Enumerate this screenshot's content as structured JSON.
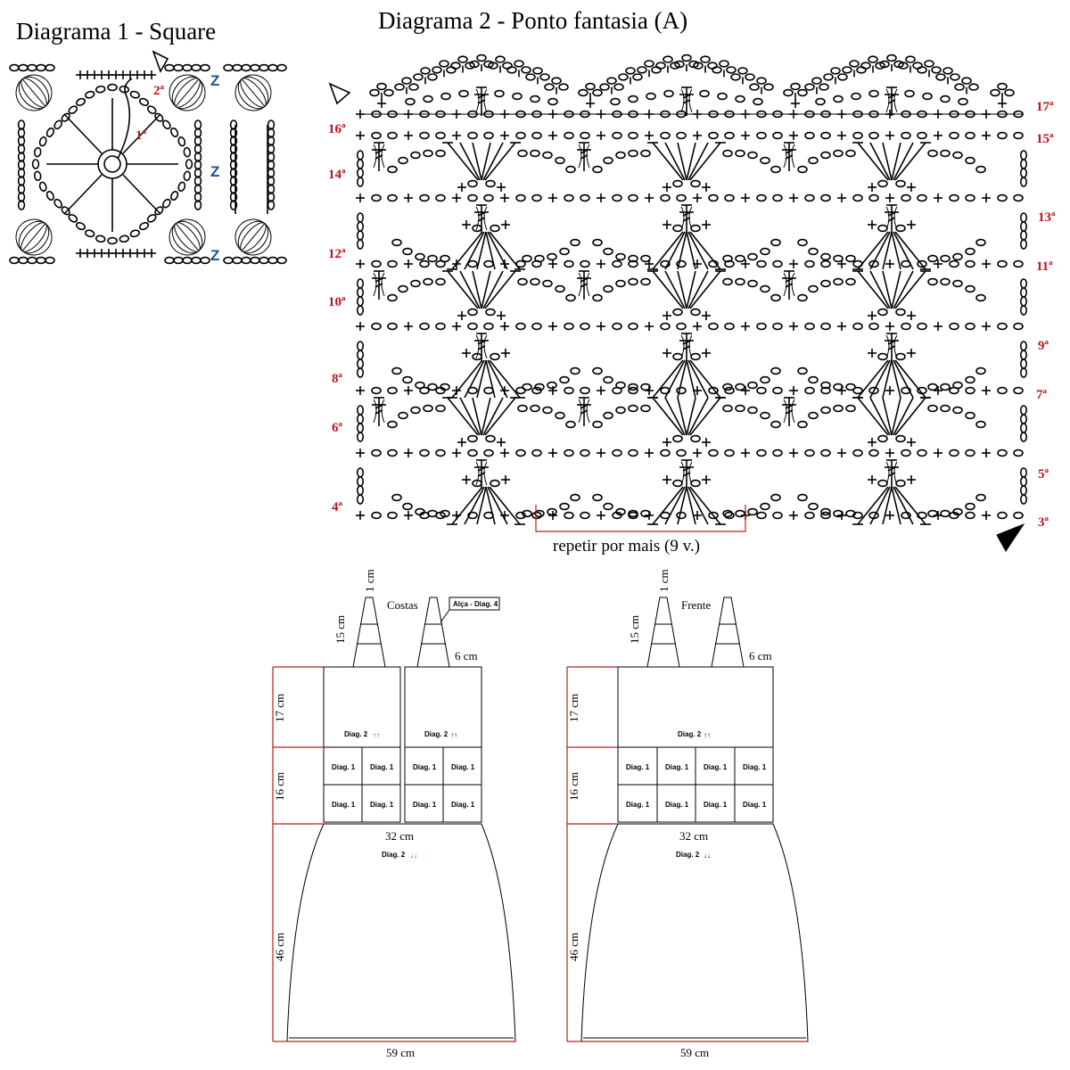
{
  "diagram1": {
    "title": "Diagrama 1 - Square",
    "round_labels": [
      "1ª",
      "2ª"
    ],
    "join_marks": [
      "Z",
      "Z",
      "Z"
    ]
  },
  "diagram2": {
    "title": "Diagrama 2 - Ponto fantasia (A)",
    "left_row_labels": [
      "16ª",
      "14ª",
      "12ª",
      "10ª",
      "8ª",
      "6ª",
      "4ª"
    ],
    "right_row_labels": [
      "17ª",
      "15ª",
      "13ª",
      "11ª",
      "9ª",
      "7ª",
      "5ª",
      "3ª"
    ],
    "repeat_label": "repetir por mais (9 v.)"
  },
  "costas": {
    "title": "Costas",
    "strap_callout": "Alça - Diag. 4",
    "strap_width": "1 cm",
    "strap_height": "15 cm",
    "strap_base": "6 cm",
    "top_height": "17 cm",
    "squares_height": "16 cm",
    "skirt_height": "46 cm",
    "waist_width": "32 cm",
    "hem_width": "59 cm",
    "top_left_label": "Diag. 2",
    "top_right_label": "Diag. 2",
    "squares_label": "Diag. 1",
    "skirt_label": "Diag. 2",
    "arrows_up": "↑↑",
    "arrows_down": "↓↓"
  },
  "frente": {
    "title": "Frente",
    "strap_width": "1 cm",
    "strap_height": "15 cm",
    "strap_base": "6 cm",
    "top_height": "17 cm",
    "squares_height": "16 cm",
    "skirt_height": "46 cm",
    "waist_width": "32 cm",
    "hem_width": "59 cm",
    "top_label": "Diag. 2",
    "squares_label": "Diag. 1",
    "skirt_label": "Diag. 2",
    "arrows_up": "↑↑",
    "arrows_down": "↓↓"
  },
  "colors": {
    "row_label": "#c0141c",
    "join_mark": "#1f4e9a",
    "dimension_line": "#b22222"
  }
}
